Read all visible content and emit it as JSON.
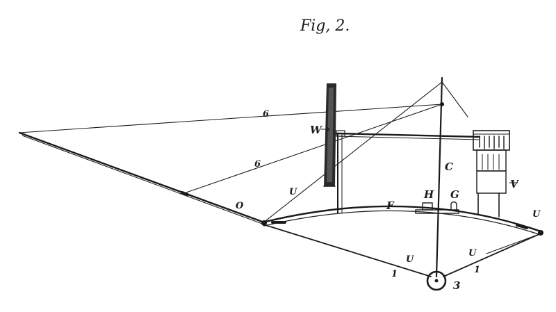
{
  "figure": {
    "title": "Fig, 2.",
    "labels": {
      "wire_top": "6",
      "wire_mid": "6",
      "w": "W",
      "c": "C",
      "v": "V",
      "h": "H",
      "g": "G",
      "f": "F",
      "u_left": "U",
      "o": "O",
      "u_bottom": "U",
      "u_right": "U",
      "u_far_right": "U",
      "one_left": "1",
      "one_right": "1",
      "three": "3"
    }
  }
}
